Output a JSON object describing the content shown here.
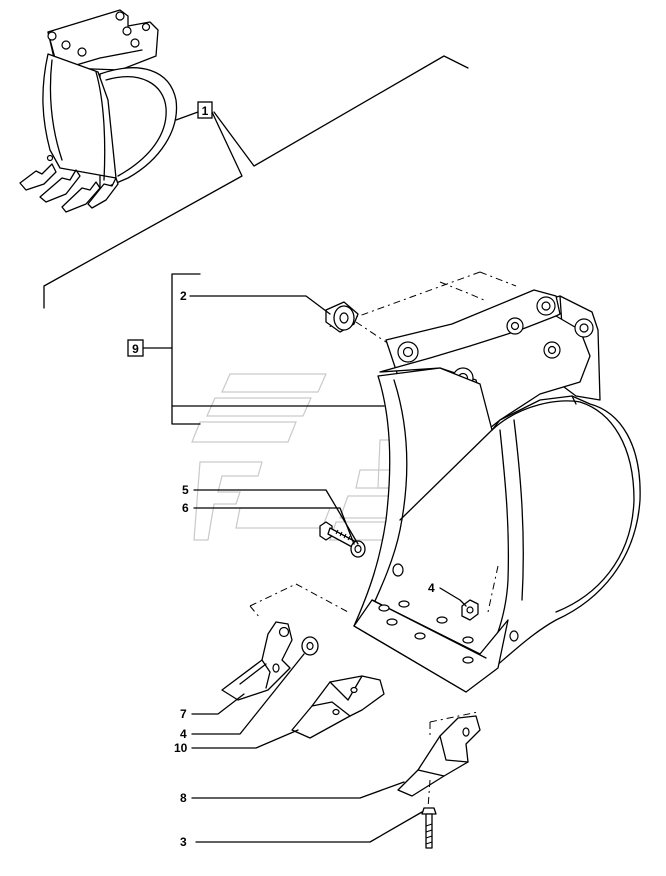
{
  "callouts": {
    "c1": "1",
    "c2": "2",
    "c3": "3",
    "c4a": "4",
    "c4b": "4",
    "c5": "5",
    "c6": "6",
    "c7": "7",
    "c8": "8",
    "c9": "9",
    "c10": "10"
  }
}
